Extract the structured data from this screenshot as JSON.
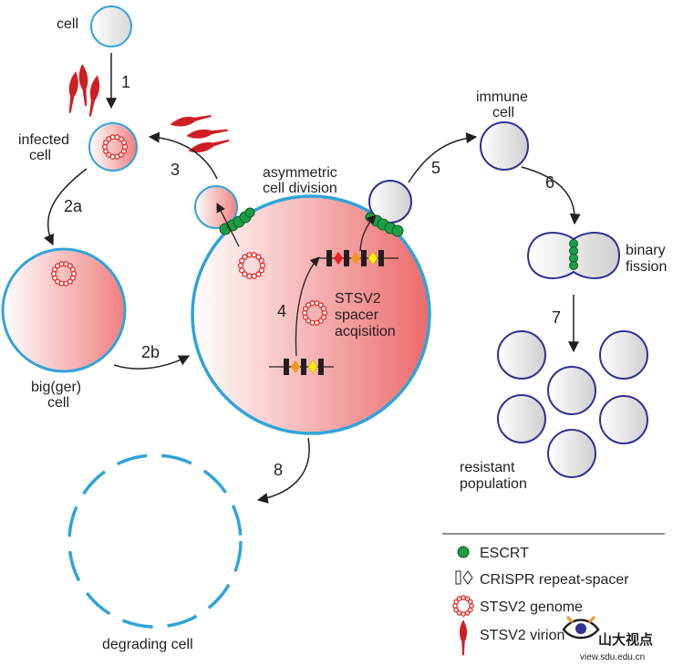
{
  "labels": {
    "cell": "cell",
    "infected_line1": "infected",
    "infected_line2": "cell",
    "big_line1": "big(ger)",
    "big_line2": "cell",
    "asym_line1": "asymmetric",
    "asym_line2": "cell division",
    "spacer_line1": "STSV2",
    "spacer_line2": "spacer",
    "spacer_line3": "acqisition",
    "immune_line1": "immune",
    "immune_line2": "cell",
    "binary_line1": "binary",
    "binary_line2": "fission",
    "resistant_line1": "resistant",
    "resistant_line2": "population",
    "degrading": "degrading cell"
  },
  "steps": {
    "s1": "1",
    "s2a": "2a",
    "s2b": "2b",
    "s3": "3",
    "s4": "4",
    "s5": "5",
    "s6": "6",
    "s7": "7",
    "s8": "8"
  },
  "legend": {
    "items": [
      {
        "label": "ESCRT",
        "icon": "escrt-dot-icon"
      },
      {
        "label": "CRISPR repeat-spacer",
        "icon": "crispr-repeat-spacer-icon"
      },
      {
        "label": "STSV2 genome",
        "icon": "viral-genome-ring-icon"
      },
      {
        "label": "STSV2 virion",
        "icon": "virion-icon"
      }
    ]
  },
  "watermark": {
    "text": "山大视点",
    "url": "view.sdu.edu.cn"
  },
  "colors": {
    "cell_outline_blue": "#2fa4d9",
    "immune_outline": "#2e3192",
    "cell_fill_red": "#f07f7f",
    "escrt_green": "#1e9e44",
    "virion_red": "#cf1f25",
    "genome_red": "#e3342f",
    "spacer_orange": "#f7941d",
    "spacer_yellow": "#fff200",
    "spacer_red": "#ed1c24"
  }
}
